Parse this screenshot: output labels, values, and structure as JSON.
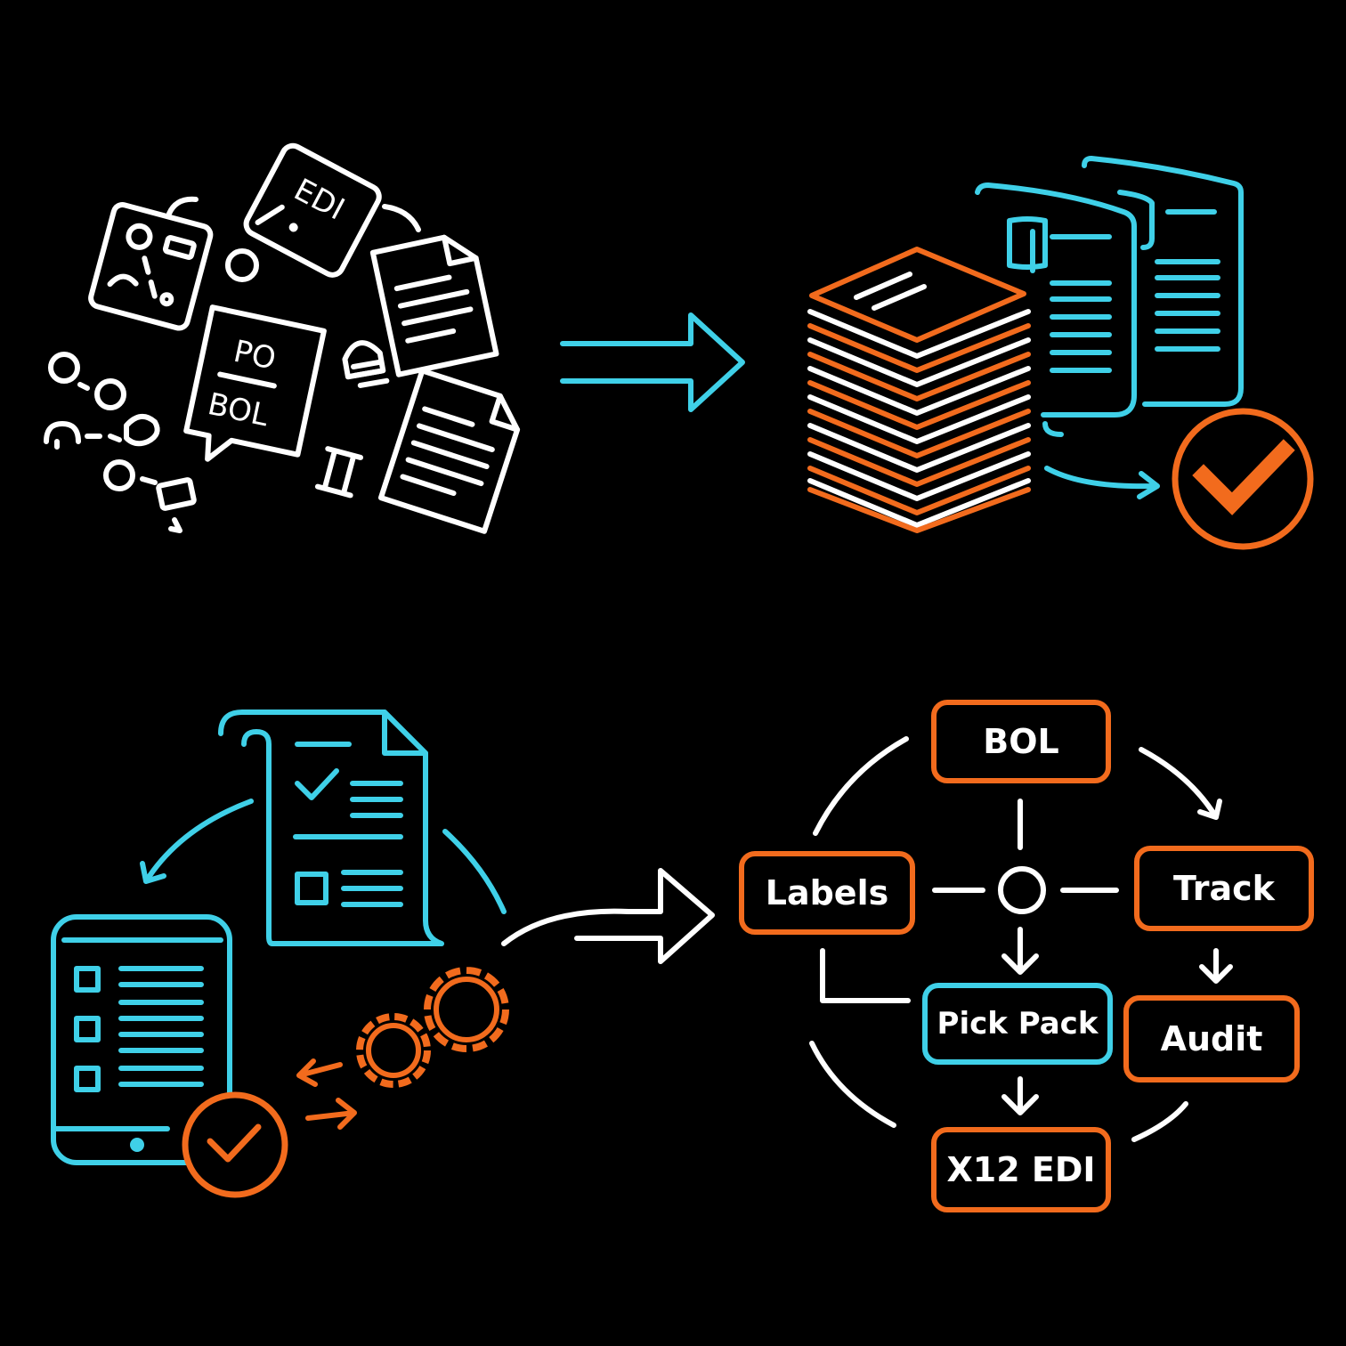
{
  "colors": {
    "background": "#000000",
    "primary": "#ffffff",
    "accent_cyan": "#3fd0e8",
    "accent_orange": "#f26b1d"
  },
  "scattered_documents": {
    "edi_label": "EDI",
    "po_label": "PO",
    "bol_label": "BOL"
  },
  "workflow_nodes": {
    "bol": "BOL",
    "labels": "Labels",
    "track": "Track",
    "pick_pack": "Pick Pack",
    "audit": "Audit",
    "x12_edi": "X12 EDI"
  },
  "icons": [
    "document-icon",
    "check-circle-icon",
    "gear-icon",
    "tablet-icon",
    "arrow-right-icon",
    "hub-icon"
  ]
}
